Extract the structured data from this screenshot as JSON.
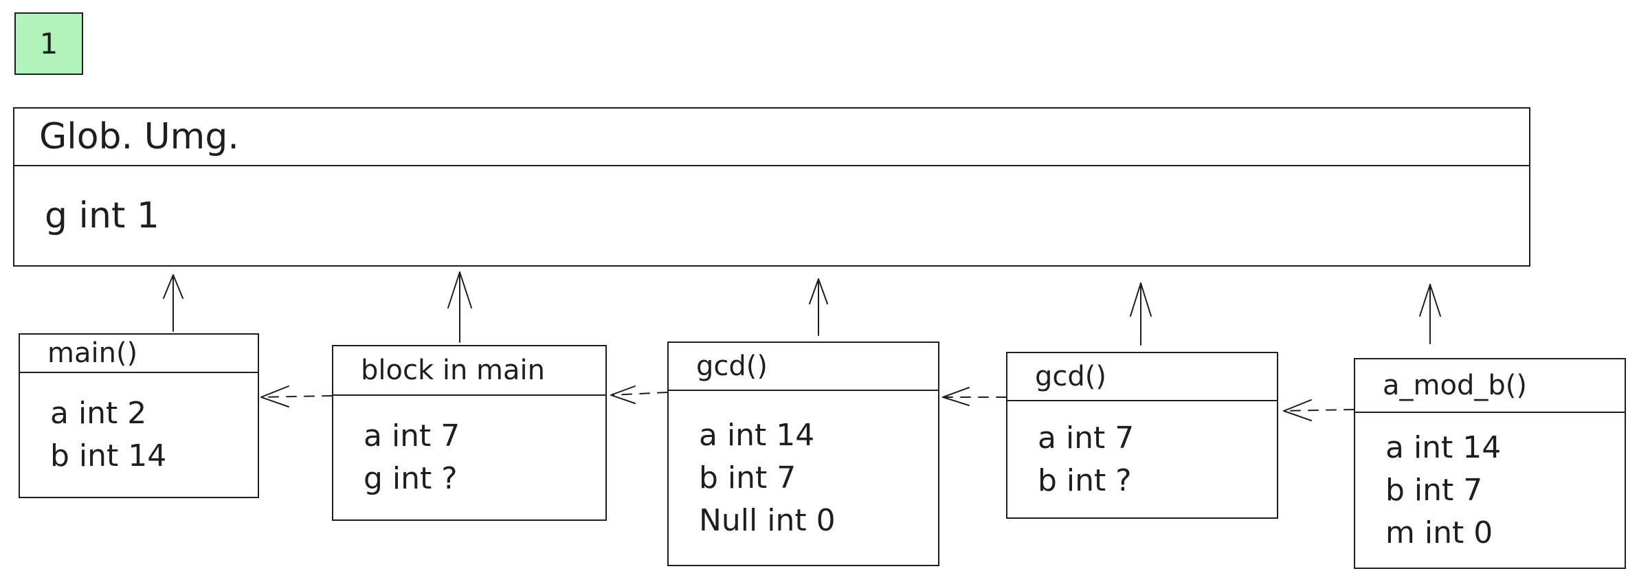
{
  "badge": {
    "label": "1",
    "color": "#b2f2bb"
  },
  "global_scope": {
    "title": "Glob. Umg.",
    "rows": [
      "g int 1"
    ]
  },
  "frames": [
    {
      "id": "main",
      "title": "main()",
      "rows": [
        "a int 2",
        "b int 14"
      ]
    },
    {
      "id": "block",
      "title": "block in main",
      "rows": [
        "a int 7",
        "g int ?"
      ]
    },
    {
      "id": "gcd1",
      "title": "gcd()",
      "rows": [
        "a int 14",
        "b int 7",
        "Null int 0"
      ]
    },
    {
      "id": "gcd2",
      "title": "gcd()",
      "rows": [
        "a int 7",
        "b int ?"
      ]
    },
    {
      "id": "amod",
      "title": "a_mod_b()",
      "rows": [
        "a int 14",
        "b int 7",
        "m int 0"
      ]
    }
  ],
  "colors": {
    "stroke": "#1e1e1e",
    "badge_fill": "#b2f2bb"
  }
}
